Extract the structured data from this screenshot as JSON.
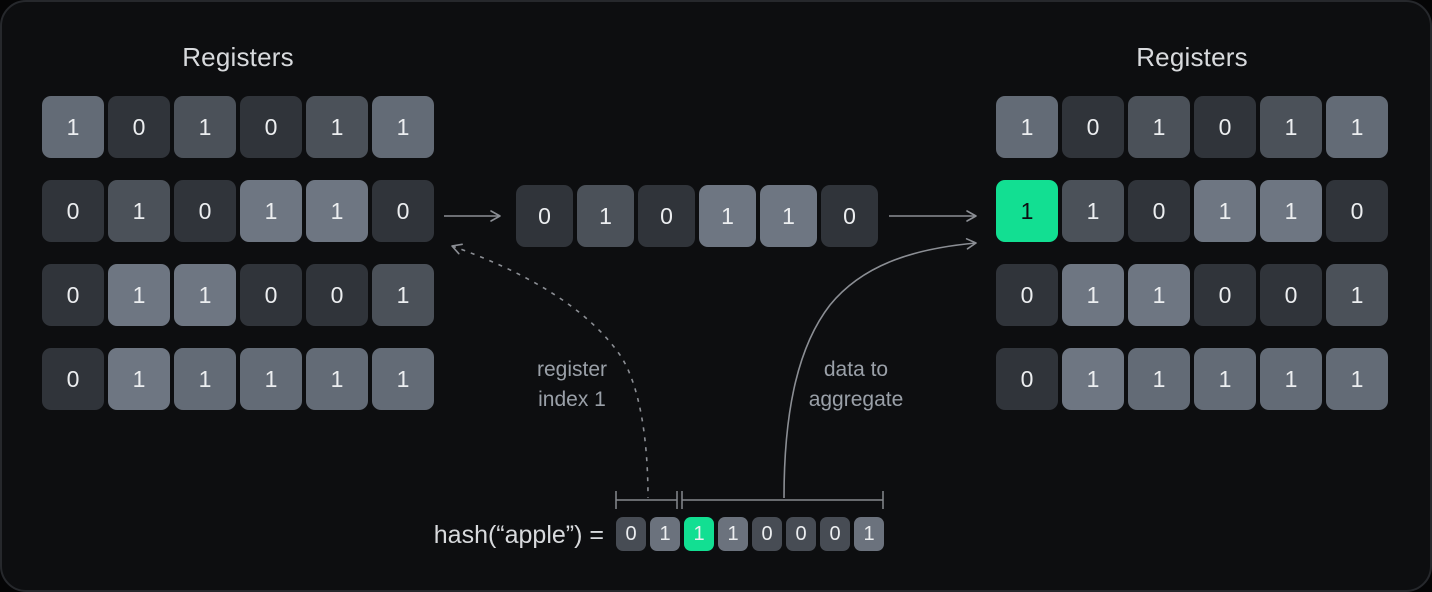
{
  "left_registers": {
    "title": "Registers",
    "rows": [
      [
        {
          "v": "1",
          "s": "s3"
        },
        {
          "v": "0",
          "s": "s0"
        },
        {
          "v": "1",
          "s": "s2"
        },
        {
          "v": "0",
          "s": "s0"
        },
        {
          "v": "1",
          "s": "s2"
        },
        {
          "v": "1",
          "s": "s3"
        }
      ],
      [
        {
          "v": "0",
          "s": "s0"
        },
        {
          "v": "1",
          "s": "s2"
        },
        {
          "v": "0",
          "s": "s0"
        },
        {
          "v": "1",
          "s": "s4"
        },
        {
          "v": "1",
          "s": "s4"
        },
        {
          "v": "0",
          "s": "s0"
        }
      ],
      [
        {
          "v": "0",
          "s": "s0"
        },
        {
          "v": "1",
          "s": "s4"
        },
        {
          "v": "1",
          "s": "s4"
        },
        {
          "v": "0",
          "s": "s0"
        },
        {
          "v": "0",
          "s": "s0"
        },
        {
          "v": "1",
          "s": "s2"
        }
      ],
      [
        {
          "v": "0",
          "s": "s0"
        },
        {
          "v": "1",
          "s": "s4"
        },
        {
          "v": "1",
          "s": "s3"
        },
        {
          "v": "1",
          "s": "s3"
        },
        {
          "v": "1",
          "s": "s3"
        },
        {
          "v": "1",
          "s": "s3"
        }
      ]
    ]
  },
  "middle_row": {
    "cells": [
      {
        "v": "0",
        "s": "s0"
      },
      {
        "v": "1",
        "s": "s2"
      },
      {
        "v": "0",
        "s": "s0"
      },
      {
        "v": "1",
        "s": "s4"
      },
      {
        "v": "1",
        "s": "s4"
      },
      {
        "v": "0",
        "s": "s0"
      }
    ]
  },
  "right_registers": {
    "title": "Registers",
    "rows": [
      [
        {
          "v": "1",
          "s": "s3"
        },
        {
          "v": "0",
          "s": "s0"
        },
        {
          "v": "1",
          "s": "s2"
        },
        {
          "v": "0",
          "s": "s0"
        },
        {
          "v": "1",
          "s": "s2"
        },
        {
          "v": "1",
          "s": "s3"
        }
      ],
      [
        {
          "v": "1",
          "s": "green"
        },
        {
          "v": "1",
          "s": "s2"
        },
        {
          "v": "0",
          "s": "s0"
        },
        {
          "v": "1",
          "s": "s4"
        },
        {
          "v": "1",
          "s": "s4"
        },
        {
          "v": "0",
          "s": "s0"
        }
      ],
      [
        {
          "v": "0",
          "s": "s0"
        },
        {
          "v": "1",
          "s": "s4"
        },
        {
          "v": "1",
          "s": "s4"
        },
        {
          "v": "0",
          "s": "s0"
        },
        {
          "v": "0",
          "s": "s0"
        },
        {
          "v": "1",
          "s": "s2"
        }
      ],
      [
        {
          "v": "0",
          "s": "s0"
        },
        {
          "v": "1",
          "s": "s4"
        },
        {
          "v": "1",
          "s": "s3"
        },
        {
          "v": "1",
          "s": "s3"
        },
        {
          "v": "1",
          "s": "s3"
        },
        {
          "v": "1",
          "s": "s3"
        }
      ]
    ]
  },
  "labels": {
    "register_index": "register\nindex 1",
    "data_aggregate": "data to\naggregate"
  },
  "hash": {
    "label": "hash(“apple”) =",
    "bits": [
      {
        "v": "0",
        "s": "hd"
      },
      {
        "v": "1",
        "s": "hl"
      },
      {
        "v": "1",
        "s": "green"
      },
      {
        "v": "1",
        "s": "hl"
      },
      {
        "v": "0",
        "s": "hd"
      },
      {
        "v": "0",
        "s": "hd"
      },
      {
        "v": "0",
        "s": "hd"
      },
      {
        "v": "1",
        "s": "hl"
      }
    ]
  },
  "colors": {
    "highlight": "#12df92",
    "panel_bg": "#0d0e10",
    "panel_border": "#26282c",
    "line": "#8b8e94",
    "cell_dark": "#30343a",
    "cell_medium": "#4b5159",
    "cell_light": "#6e7682",
    "text": "#eceef0",
    "muted_text": "#9aa0a8"
  }
}
